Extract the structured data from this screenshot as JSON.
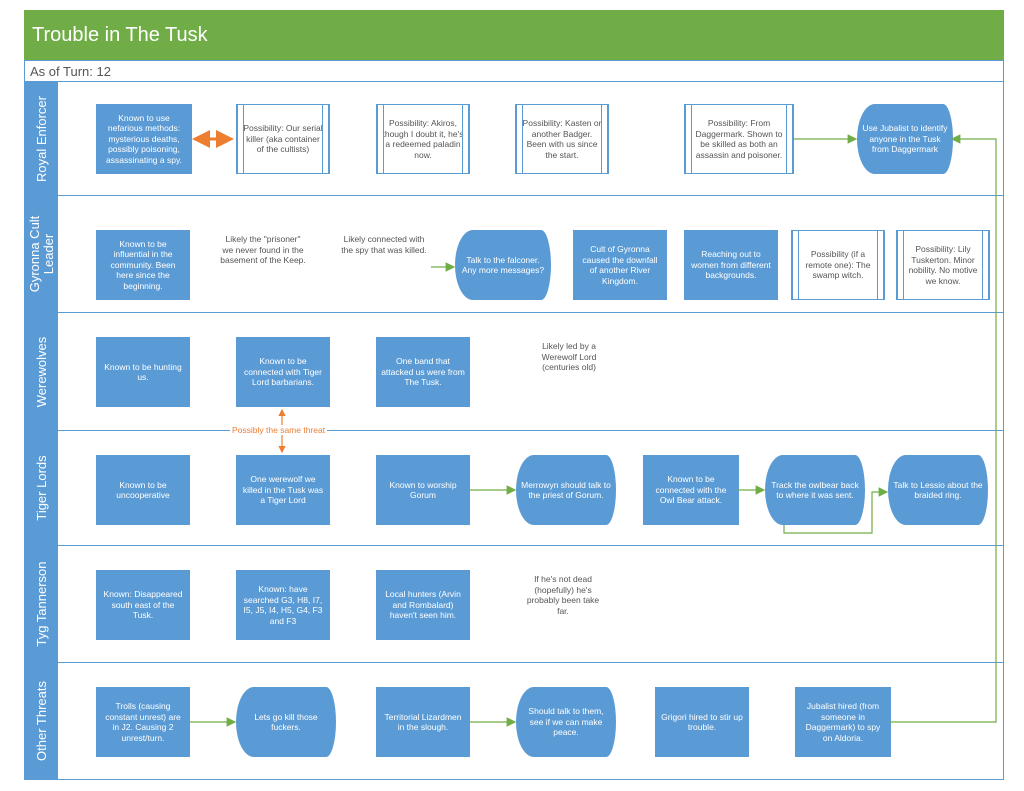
{
  "title": "Trouble in The Tusk",
  "as_of": "As of Turn: 12",
  "colors": {
    "title_bg": "#70ad47",
    "lane_header": "#5b9bd5",
    "node_fill": "#5b9bd5",
    "arrow_green": "#70ad47",
    "arrow_orange": "#ed7d31"
  },
  "lanes": [
    {
      "label": "Royal Enforcer",
      "nodes": [
        "Known to use nefarious methods: mysterious deaths, possibly poisoning, assassinating a spy.",
        "Possibility: Our serial killer (aka container of the cultists)",
        "Possibility: Akiros, though I doubt it, he's a redeemed paladin now.",
        "Possibility: Kasten or another Badger. Been with us since the start.",
        "Possibility: From Daggermark. Shown to be skilled as both an assassin and poisoner.",
        "Use Jubalist to identify anyone in the Tusk from Daggermark"
      ]
    },
    {
      "label": "Gyronna Cult Leader",
      "nodes": [
        "Known to be influential in the community. Been here since the beginning.",
        "Likely the \"prisoner\" we never found in the basement of the Keep.",
        "Likely connected with the spy that was killed.",
        "Talk to the falconer. Any more messages?",
        "Cult of Gyronna caused the downfall of another River Kingdom.",
        "Reaching out to women from different backgrounds.",
        "Possibility (if a remote one): The swamp witch.",
        "Possibility: Lily Tuskerton. Minor nobility. No motive we know."
      ]
    },
    {
      "label": "Werewolves",
      "nodes": [
        "Known to be hunting us.",
        "Known to be connected with Tiger Lord barbarians.",
        "One band that attacked us were from The Tusk.",
        "Likely led by a Werewolf Lord (centuries old)"
      ]
    },
    {
      "label": "Tiger Lords",
      "nodes": [
        "Known to be uncooperative",
        "One werewolf we killed in the Tusk was a Tiger Lord",
        "Known to worship Gorum",
        "Merrowyn should talk to the priest of Gorum.",
        "Known to be connected with the Owl Bear attack.",
        "Track the owlbear back to where it was sent.",
        "Talk to Lessio about the braided ring."
      ]
    },
    {
      "label": "Tyg Tannerson",
      "nodes": [
        "Known: Disappeared south east of the Tusk.",
        "Known: have searched G3, H8, I7, I5, J5, I4, H5, G4, F3 and F3",
        "Local hunters (Arvin and Rombalard) haven't seen him.",
        "If he's not dead (hopefully) he's probably been take far."
      ]
    },
    {
      "label": "Other Threats",
      "nodes": [
        "Trolls (causing constant unrest) are in J2. Causing 2 unrest/turn.",
        "Lets go kill those fuckers.",
        "Territorial Lizardmen in the slough.",
        "Should talk to them, see if we can make peace.",
        "Grigori hired to stir up trouble.",
        "Jubalist hired (from someone in Daggermark) to spy on Aldoria."
      ]
    }
  ],
  "annotation": "Possibly the same threat"
}
